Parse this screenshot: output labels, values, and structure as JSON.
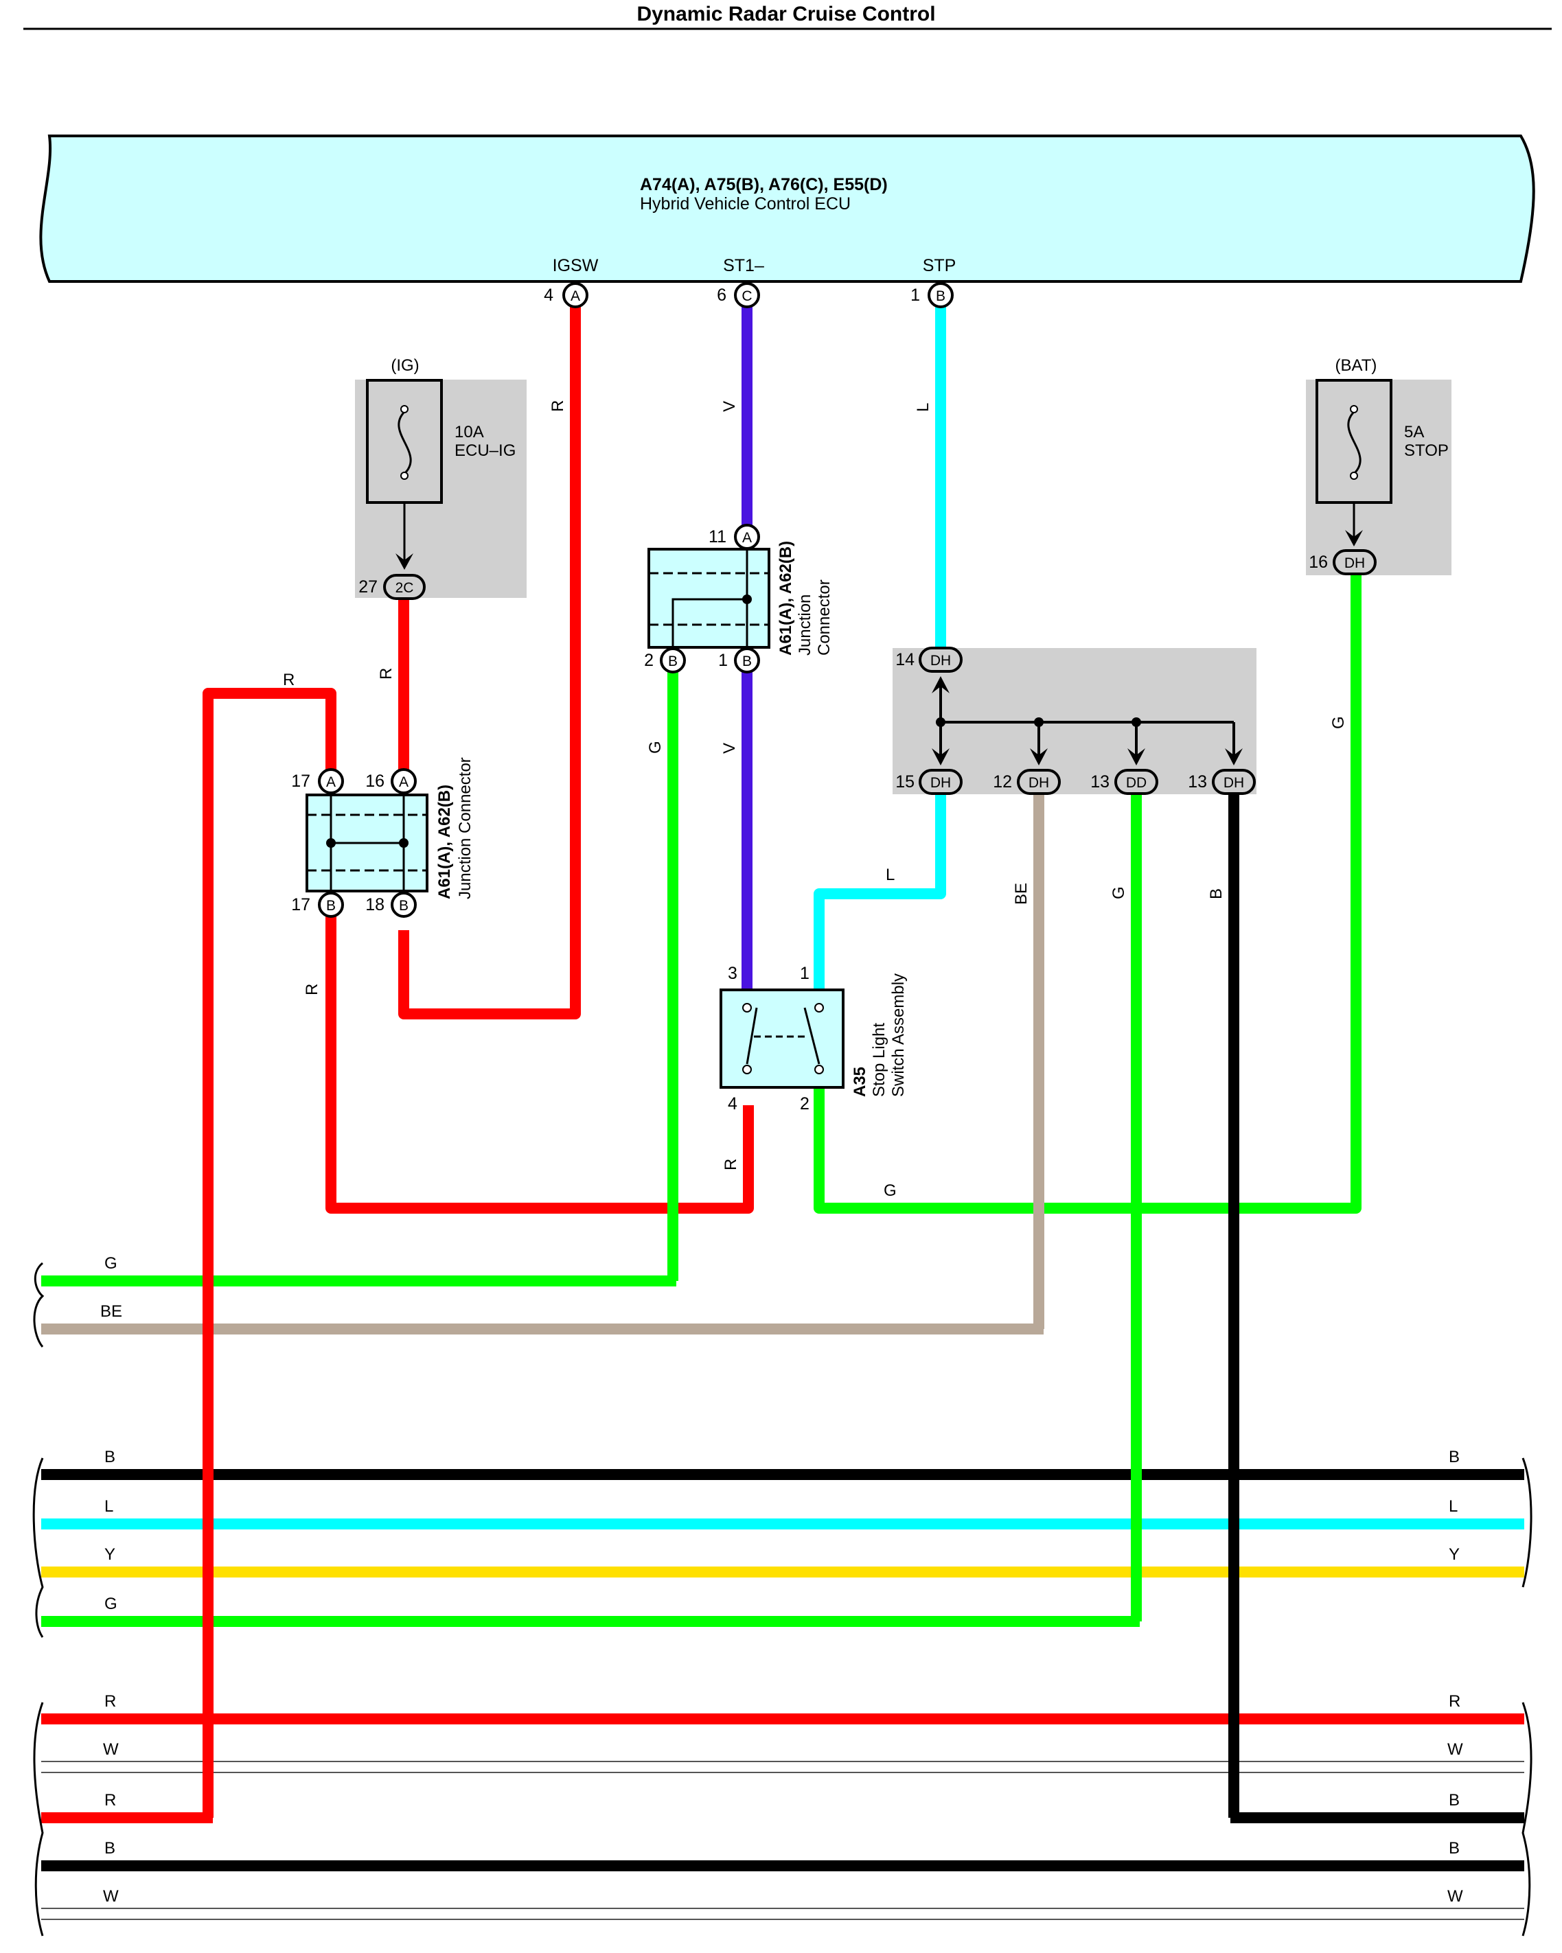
{
  "title": "Dynamic Radar Cruise Control",
  "colors": {
    "R": "#ff0000",
    "V": "#4a14e0",
    "L": "#00ffff",
    "G": "#00ff00",
    "BE": "#b8a898",
    "B": "#000000",
    "Y": "#ffe000",
    "W": "#ffffff",
    "ecu_fill": "#ccffff",
    "box_gray": "#d0d0d0",
    "connector_fill": "#ccffff"
  },
  "ecu": {
    "codes": "A74(A), A75(B), A76(C), E55(D)",
    "name": "Hybrid Vehicle Control ECU",
    "terminals": [
      {
        "name": "IGSW",
        "pin": "4",
        "conn": "A"
      },
      {
        "name": "ST1–",
        "pin": "6",
        "conn": "C"
      },
      {
        "name": "STP",
        "pin": "1",
        "conn": "B"
      }
    ]
  },
  "fuse_ig": {
    "group": "(IG)",
    "rating": "10A",
    "name": "ECU–IG",
    "pin": "27",
    "conn": "2C"
  },
  "fuse_bat": {
    "group": "(BAT)",
    "rating": "5A",
    "name": "STOP",
    "pin": "16",
    "conn": "DH"
  },
  "jc_left": {
    "code": "A61(A), A62(B)",
    "name": "Junction Connector",
    "pins": [
      {
        "pin": "17",
        "conn": "A"
      },
      {
        "pin": "16",
        "conn": "A"
      },
      {
        "pin": "17",
        "conn": "B"
      },
      {
        "pin": "18",
        "conn": "B"
      }
    ]
  },
  "jc_mid": {
    "code": "A61(A), A62(B)",
    "name_1": "Junction",
    "name_2": "Connector",
    "pins": [
      {
        "pin": "11",
        "conn": "A"
      },
      {
        "pin": "2",
        "conn": "B"
      },
      {
        "pin": "1",
        "conn": "B"
      }
    ]
  },
  "splice": {
    "pins": [
      {
        "pin": "14",
        "conn": "DH"
      },
      {
        "pin": "15",
        "conn": "DH"
      },
      {
        "pin": "12",
        "conn": "DH"
      },
      {
        "pin": "13",
        "conn": "DD"
      },
      {
        "pin": "13",
        "conn": "DH"
      }
    ]
  },
  "stop_switch": {
    "code": "A35",
    "name_1": "Stop Light",
    "name_2": "Switch Assembly",
    "pins": [
      "3",
      "1",
      "4",
      "2"
    ]
  },
  "wire_labels": {
    "igsw": "R",
    "st1": "V",
    "stp": "L",
    "fuse_ig_out": "R",
    "jc_left_top": "R",
    "jc_left_bottom": "R",
    "jc_mid_left": "G",
    "jc_mid_bottom": "V",
    "sw_in": "L",
    "be_drop": "BE",
    "g_drop": "G",
    "b_drop": "B",
    "sw_bottom": "R",
    "sw_ground": "G",
    "bat_down": "G"
  },
  "harness_rows": [
    {
      "left": "G",
      "right": ""
    },
    {
      "left": "BE",
      "right": ""
    },
    {
      "left": "B",
      "right": "B"
    },
    {
      "left": "L",
      "right": "L"
    },
    {
      "left": "Y",
      "right": "Y"
    },
    {
      "left": "G",
      "right": ""
    },
    {
      "left": "R",
      "right": "R"
    },
    {
      "left": "W",
      "right": "W"
    },
    {
      "left": "R",
      "right": "B"
    },
    {
      "left": "B",
      "right": "B"
    },
    {
      "left": "W",
      "right": "W"
    }
  ]
}
